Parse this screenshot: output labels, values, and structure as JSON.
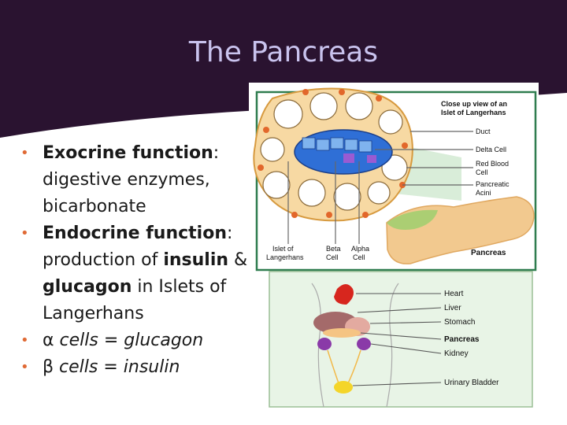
{
  "slide": {
    "title": "The Pancreas",
    "colors": {
      "header": "#2a1330",
      "title": "#c9c3ee",
      "bullet": "#e06a35",
      "text": "#1a1a1a"
    }
  },
  "bullets": [
    {
      "bold": "Exocrine function",
      "rest": ": digestive enzymes, bicarbonate"
    },
    {
      "bold": "Endocrine function",
      "rest1": ": production of ",
      "bold2": "insulin",
      "rest2": " & ",
      "bold3": "glucagon",
      "rest3": " in Islets of Langerhans"
    },
    {
      "symbol": "α",
      "text": " cells = glucagon"
    },
    {
      "symbol": "β",
      "text": " cells = insulin"
    }
  ],
  "diagram": {
    "heading_line1": "Close up view of an",
    "heading_line2": "Islet of Langerhans",
    "labels": {
      "duct": "Duct",
      "delta": "Delta Cell",
      "rbc1": "Red Blood",
      "rbc2": "Cell",
      "acini1": "Pancreatic",
      "acini2": "Acini",
      "islet1": "Islet of",
      "islet2": "Langerhans",
      "beta1": "Beta",
      "beta2": "Cell",
      "alpha1": "Alpha",
      "alpha2": "Cell",
      "pancreas": "Pancreas"
    },
    "organs": {
      "heart": "Heart",
      "liver": "Liver",
      "stomach": "Stomach",
      "pancreas": "Pancreas",
      "kidney": "Kidney",
      "bladder": "Urinary Bladder"
    }
  }
}
